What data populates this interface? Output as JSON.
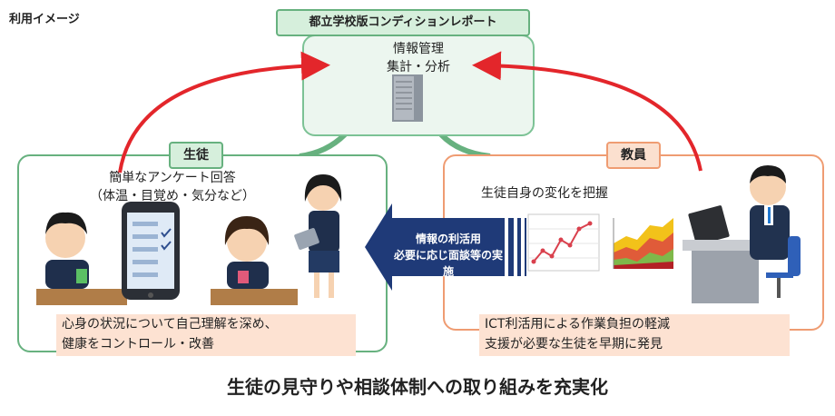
{
  "header": {
    "label": "利用イメージ"
  },
  "server": {
    "tag": "都立学校版コンディションレポート",
    "line1": "情報管理",
    "line2": "集計・分析"
  },
  "student": {
    "tag": "生徒",
    "survey_line1": "簡単なアンケート回答",
    "survey_line2": "（体温・目覚め・気分など）",
    "benefit_line1": "心身の状況について自己理解を深め、",
    "benefit_line2": "健康をコントロール・改善"
  },
  "teacher": {
    "tag": "教員",
    "grasp": "生徒自身の変化を把握",
    "benefit_line1": "ICT利活用による作業負担の軽減",
    "benefit_line2": "支援が必要な生徒を早期に発見"
  },
  "flow_arrow": {
    "line1": "情報の利活用",
    "line2": "必要に応じ面談等の実施"
  },
  "footer": {
    "summary": "生徒の見守りや相談体制への取り組みを充実化"
  },
  "colors": {
    "green_border": "#67b17f",
    "orange_border": "#ef9c72",
    "arrow_red": "#e3262b",
    "navy_arrow": "#1f3a78"
  }
}
